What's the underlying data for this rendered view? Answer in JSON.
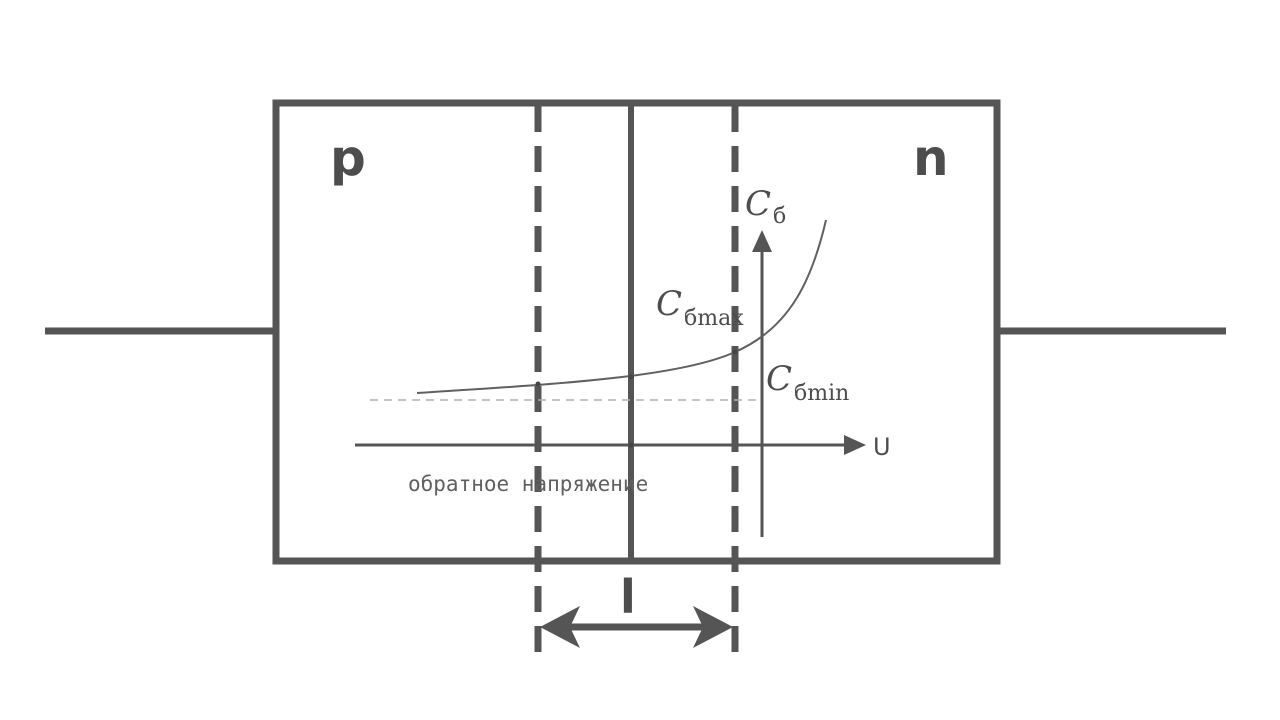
{
  "regions": {
    "p_label": "p",
    "n_label": "n"
  },
  "graph": {
    "y_axis_label": "C",
    "y_axis_subscript": "б",
    "cmax_label": "C",
    "cmax_subscript": "бmax",
    "cmin_label": "C",
    "cmin_subscript": "бmin",
    "x_axis_label": "U",
    "x_axis_caption": "обратное напряжение"
  },
  "depletion_width": {
    "label": "l"
  },
  "colors": {
    "stroke": "#555555",
    "curve": "#606060",
    "dashed_ref": "#b0b0b0"
  }
}
